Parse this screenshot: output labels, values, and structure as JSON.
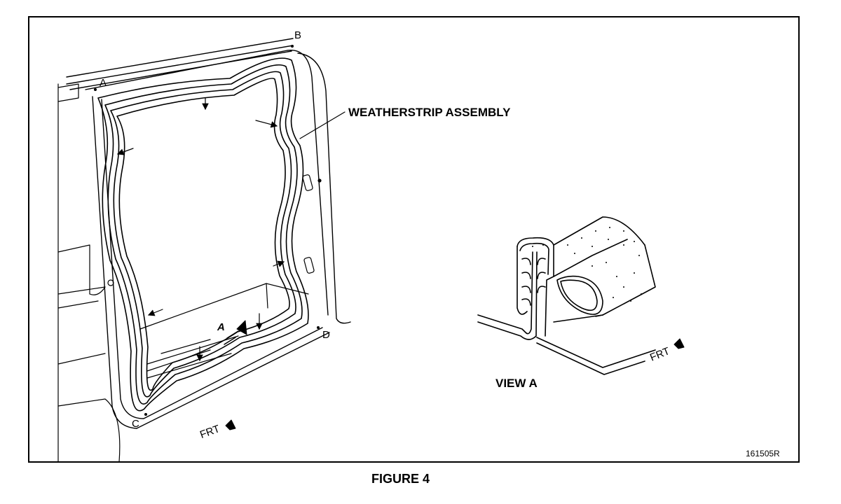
{
  "figure": {
    "title": "FIGURE 4",
    "part_number": "161505R"
  },
  "callouts": {
    "weatherstrip": "WEATHERSTRIP ASSEMBLY",
    "view_a": "VIEW A",
    "view_marker": "A",
    "front_1": "FRT",
    "front_2": "FRT"
  },
  "points": {
    "a": "A",
    "b": "B",
    "c": "C",
    "d": "D"
  },
  "colors": {
    "ink": "#000000",
    "paper": "#ffffff"
  }
}
